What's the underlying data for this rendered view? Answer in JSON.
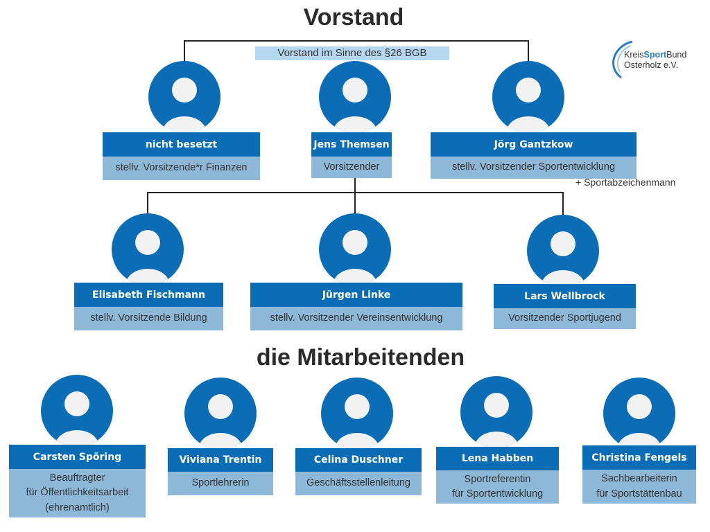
{
  "header": {
    "title": "Vorstand",
    "bgb_label": "Vorstand im Sinne des §26 BGB"
  },
  "logo": {
    "line1a": "Kreis",
    "line1b": "Sport",
    "line1c": "Bund",
    "line2": "Osterholz e.V."
  },
  "vorstand": [
    {
      "name": "nicht besetzt",
      "role": "stellv. Vorsitzende*r Finanzen"
    },
    {
      "name": "Jens Themsen",
      "role": "Vorsitzender"
    },
    {
      "name": "Jörg Gantzkow",
      "role": "stellv. Vorsitzender Sportentwicklung",
      "note": "+ Sportabzeichenmann"
    },
    {
      "name": "Elisabeth Fischmann",
      "role": "stellv. Vorsitzende Bildung"
    },
    {
      "name": "Jürgen Linke",
      "role": "stellv. Vorsitzender Vereinsentwicklung"
    },
    {
      "name": "Lars Wellbrock",
      "role": "Vorsitzender Sportjugend"
    }
  ],
  "staff_title": "die Mitarbeitenden",
  "staff": [
    {
      "name": "Carsten Spöring",
      "role": "Beauftragter\nfür Öffentlichkeitsarbeit\n(ehrenamtlich)"
    },
    {
      "name": "Viviana Trentin",
      "role": "Sportlehrerin"
    },
    {
      "name": "Celina Duschner",
      "role": "Geschäftsstellenleitung"
    },
    {
      "name": "Lena Habben",
      "role": "Sportreferentin\nfür Sportentwicklung"
    },
    {
      "name": "Christina Fengels",
      "role": "Sachbearbeiterin\nfür Sportstättenbau"
    }
  ],
  "colors": {
    "dark": "#0a6db5",
    "light": "#8db8d8"
  }
}
